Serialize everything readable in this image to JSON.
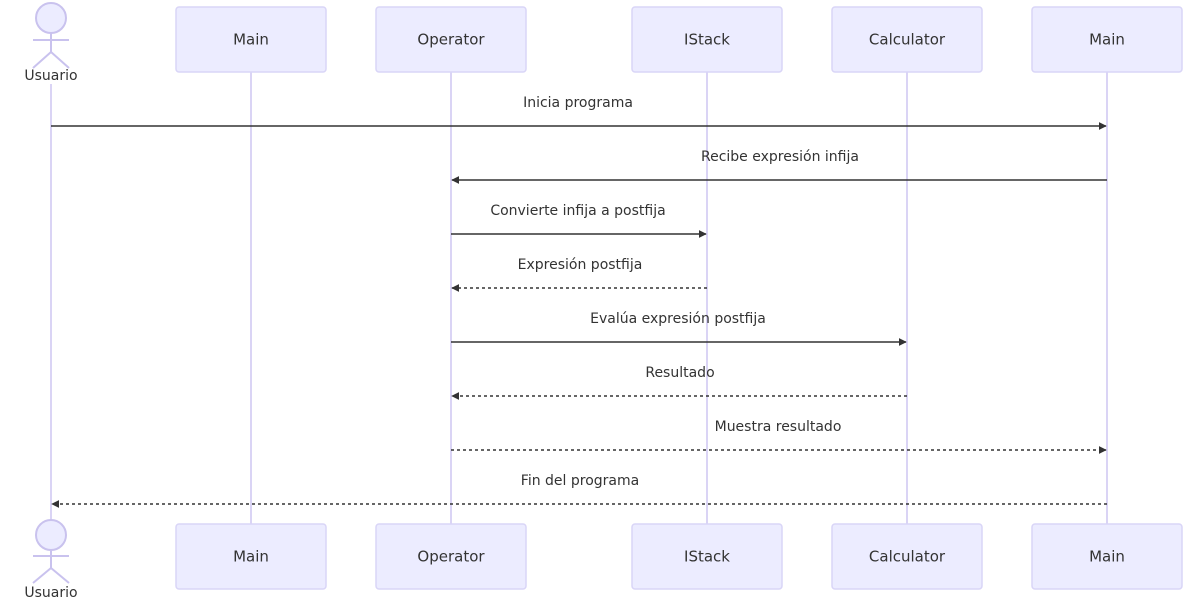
{
  "actor": {
    "name": "Usuario"
  },
  "participants": [
    {
      "id": "main1",
      "label": "Main"
    },
    {
      "id": "operator",
      "label": "Operator"
    },
    {
      "id": "istack",
      "label": "IStack"
    },
    {
      "id": "calculator",
      "label": "Calculator"
    },
    {
      "id": "main2",
      "label": "Main"
    }
  ],
  "messages": [
    {
      "from": "usuario",
      "to": "main2",
      "label": "Inicia programa",
      "style": "solid"
    },
    {
      "from": "main2",
      "to": "operator",
      "label": "Recibe expresión infija",
      "style": "solid"
    },
    {
      "from": "operator",
      "to": "istack",
      "label": "Convierte infija a postfija",
      "style": "solid"
    },
    {
      "from": "istack",
      "to": "operator",
      "label": "Expresión postfija",
      "style": "dashed"
    },
    {
      "from": "operator",
      "to": "calculator",
      "label": "Evalúa expresión postfija",
      "style": "solid"
    },
    {
      "from": "calculator",
      "to": "operator",
      "label": "Resultado",
      "style": "dashed"
    },
    {
      "from": "operator",
      "to": "main2",
      "label": "Muestra resultado",
      "style": "dashed"
    },
    {
      "from": "main2",
      "to": "usuario",
      "label": "Fin del programa",
      "style": "dashed"
    }
  ]
}
